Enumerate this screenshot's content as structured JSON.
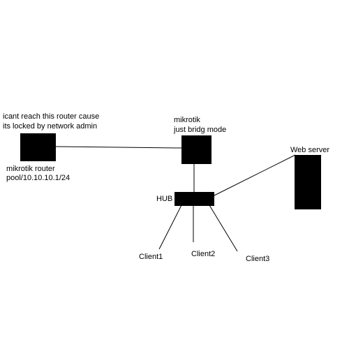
{
  "colors": {
    "background": "#ffffff",
    "ink": "#000000"
  },
  "nodes": {
    "router": {
      "note_line1": "icant reach this router cause",
      "note_line2": "its locked by network admin",
      "label_line1": "mikrotik router",
      "label_line2": "pool/10.10.10.1/24"
    },
    "bridge": {
      "label_line1": "mikrotik",
      "label_line2": "just bridg mode"
    },
    "hub": {
      "label": "HUB"
    },
    "web_server": {
      "label": "Web server"
    },
    "clients": [
      {
        "label": "Client1"
      },
      {
        "label": "Client2"
      },
      {
        "label": "Client3"
      }
    ]
  }
}
